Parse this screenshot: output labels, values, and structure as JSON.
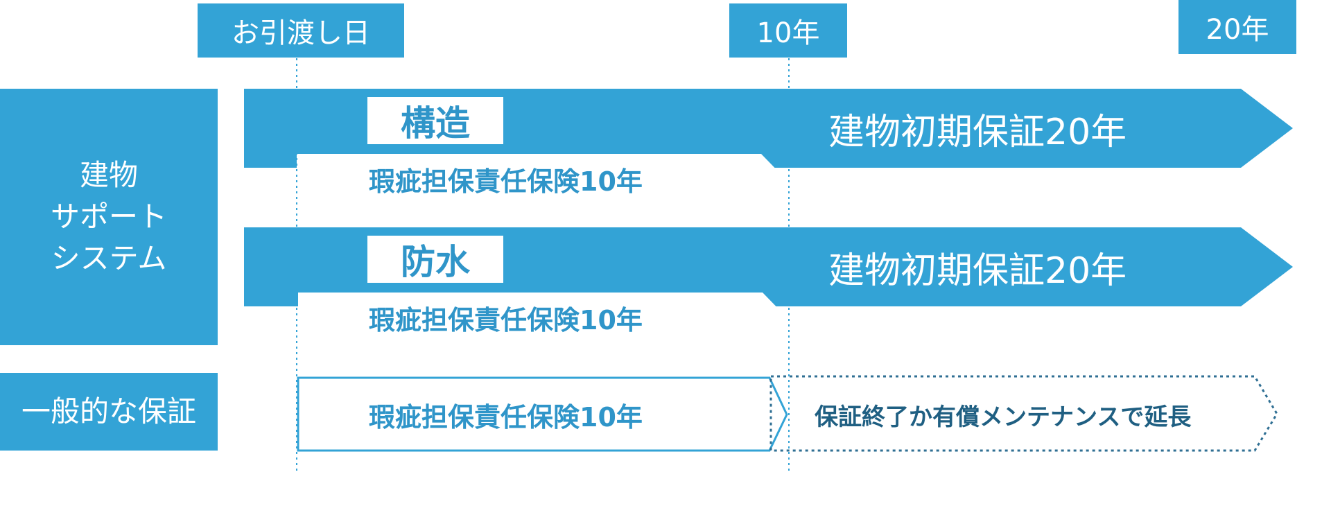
{
  "timeline": {
    "start": "お引渡し日",
    "mid": "10年",
    "end": "20年"
  },
  "groups": {
    "building_support": {
      "line1": "建物",
      "line2": "サポート",
      "line3": "システム"
    },
    "general": "一般的な保証"
  },
  "rows": [
    {
      "label": "構造",
      "long_term": "建物初期保証20年",
      "short_term": "瑕疵担保責任保険10年"
    },
    {
      "label": "防水",
      "long_term": "建物初期保証20年",
      "short_term": "瑕疵担保責任保険10年"
    },
    {
      "short_term": "瑕疵担保責任保険10年",
      "extension": "保証終了か有償メンテナンスで延長"
    }
  ],
  "colors": {
    "primary_blue": "#33a3d6",
    "text_blue": "#2f95c9",
    "dark_text": "#1f5f82",
    "white": "#ffffff"
  }
}
